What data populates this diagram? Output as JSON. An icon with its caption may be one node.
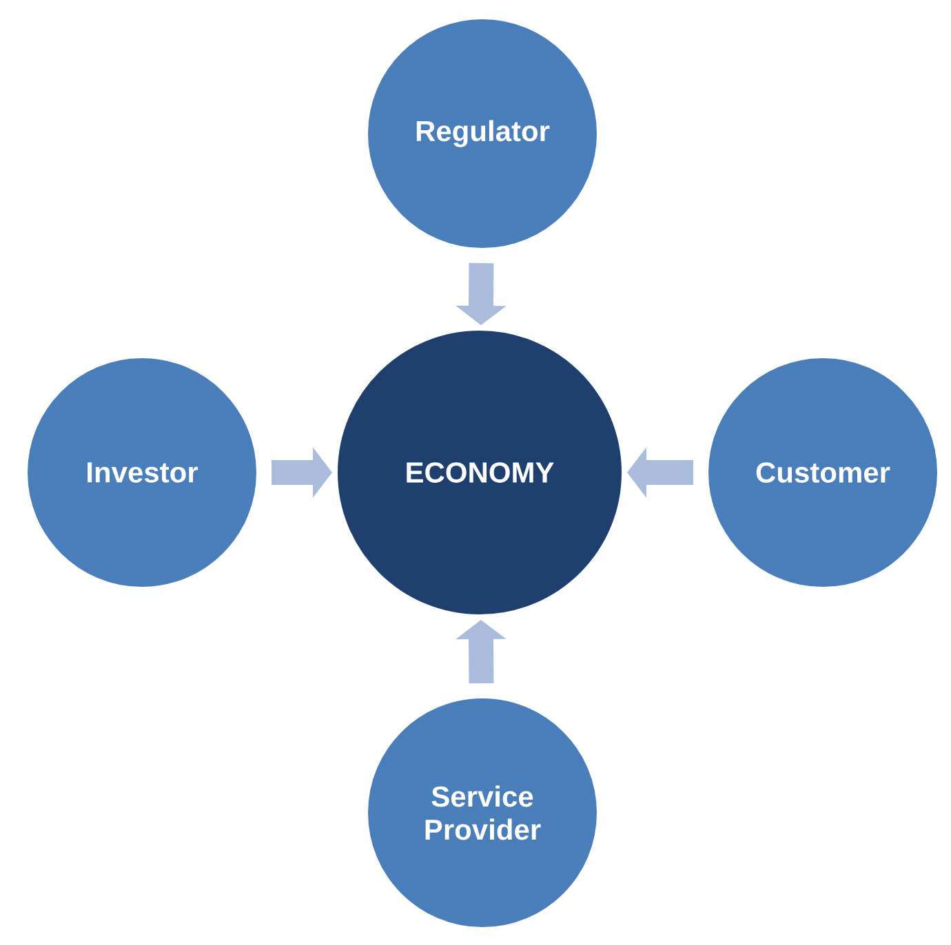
{
  "diagram": {
    "nodes": [
      {
        "text": [
          "Regulator"
        ]
      },
      {
        "text": [
          "Investor"
        ]
      },
      {
        "text": [
          "ECONOMY"
        ]
      },
      {
        "text": [
          "Customer"
        ]
      },
      {
        "text": [
          "Service Provider"
        ]
      }
    ],
    "edges": [
      {
        "from": 0,
        "to": 2,
        "arrow": "to"
      },
      {
        "from": 1,
        "to": 2,
        "arrow": "to"
      },
      {
        "from": 3,
        "to": 2,
        "arrow": "to"
      },
      {
        "from": 4,
        "to": 2,
        "arrow": "to"
      }
    ]
  }
}
